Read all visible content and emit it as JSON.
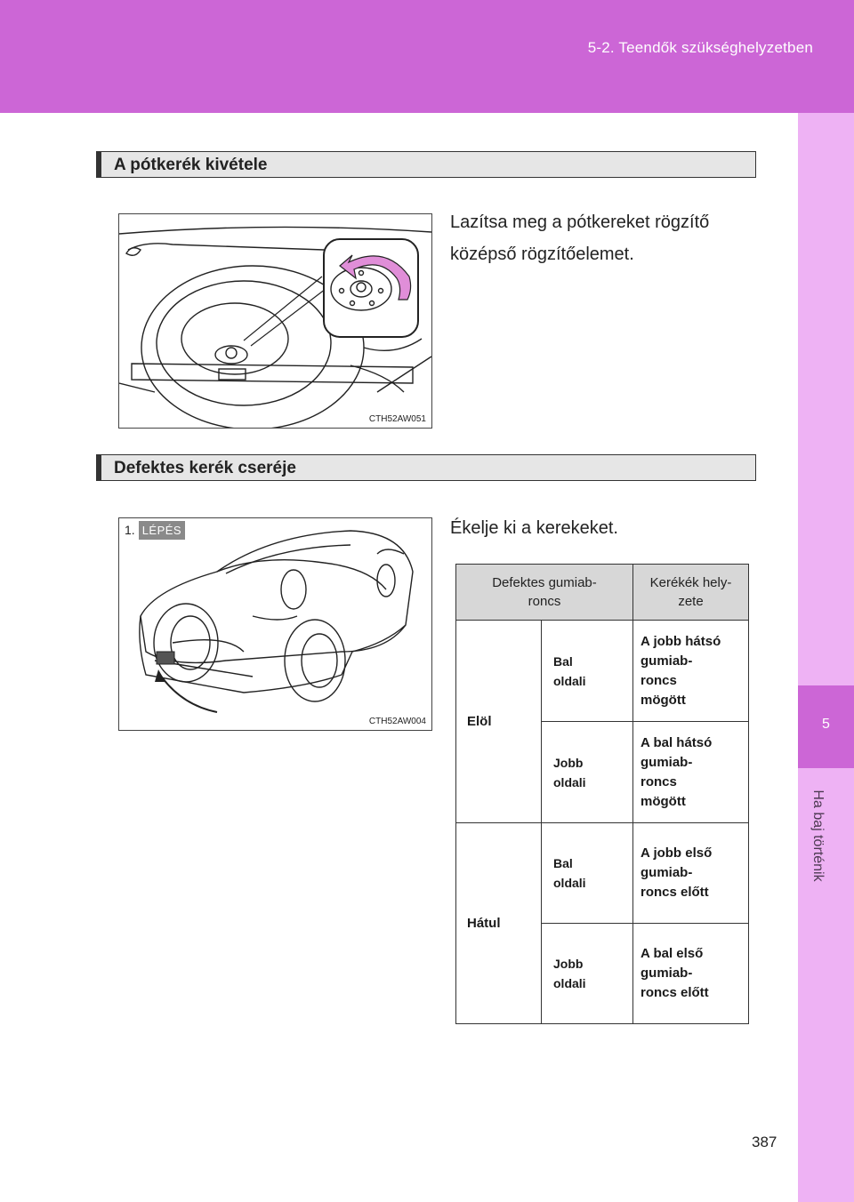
{
  "header": {
    "section": "5-2. Teendők szükséghelyzetben"
  },
  "sidetab": {
    "chapter_number": "5",
    "chapter_title": "Ha baj történik"
  },
  "section1": {
    "title": "A pótkerék kivétele",
    "figure_code": "CTH52AW051",
    "text_line1": "Lazítsa meg a pótkereket rögzítő",
    "text_line2": "középső rögzítőelemet."
  },
  "section2": {
    "title": "Defektes kerék cseréje",
    "figure_code": "CTH52AW004",
    "step_number": "1.",
    "step_label": "LÉPÉS",
    "text": "Ékelje ki a kerekeket."
  },
  "table": {
    "header_col1_line1": "Defektes gumiab-",
    "header_col1_line2": "roncs",
    "header_col2_line1": "Kerékék hely-",
    "header_col2_line2": "zete",
    "rows": [
      {
        "position": "Elöl",
        "side_l1": "Bal",
        "side_l2": "oldali",
        "place": [
          "A jobb hátsó",
          "gumiab-",
          "roncs",
          "mögött"
        ]
      },
      {
        "side_l1": "Jobb",
        "side_l2": "oldali",
        "place": [
          "A bal hátsó",
          "gumiab-",
          "roncs",
          "mögött"
        ]
      },
      {
        "position": "Hátul",
        "side_l1": "Bal",
        "side_l2": "oldali",
        "place": [
          "A jobb első",
          "gumiab-",
          "roncs előtt"
        ]
      },
      {
        "side_l1": "Jobb",
        "side_l2": "oldali",
        "place": [
          "A bal első",
          "gumiab-",
          "roncs előtt"
        ]
      }
    ]
  },
  "footer": {
    "page_number": "387"
  },
  "colors": {
    "accent": "#cc66d6",
    "sidetab": "#eeb2f4",
    "table_header": "#d7d7d7"
  }
}
